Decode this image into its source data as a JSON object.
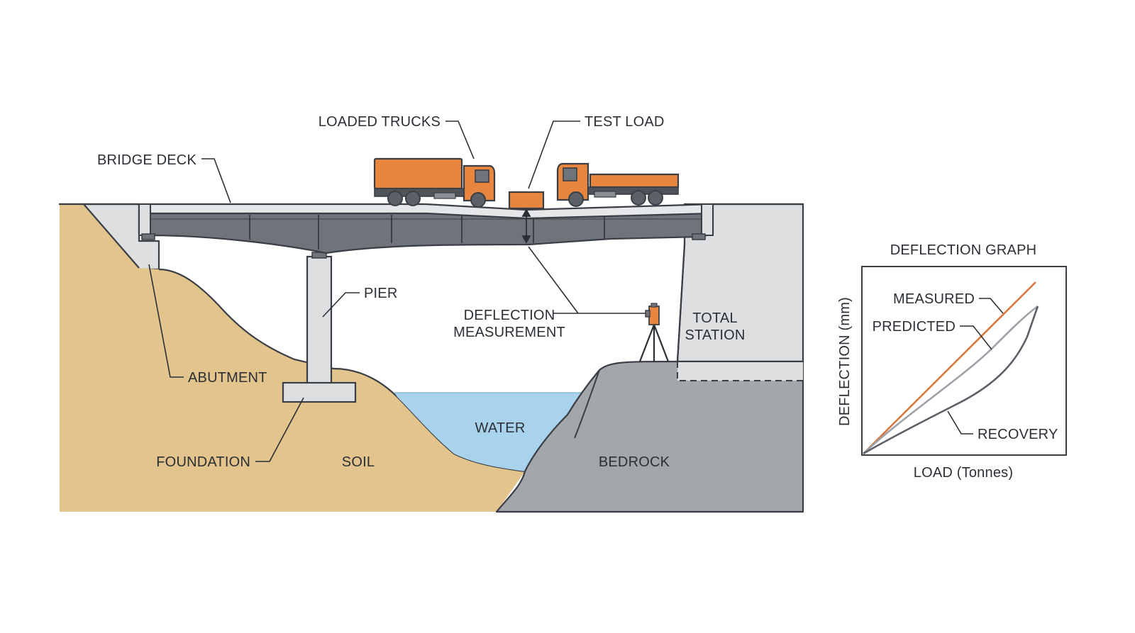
{
  "diagram": {
    "labels": {
      "loaded_trucks": "LOADED TRUCKS",
      "test_load": "TEST LOAD",
      "bridge_deck": "BRIDGE DECK",
      "pier": "PIER",
      "deflection_measurement_line1": "DEFLECTION",
      "deflection_measurement_line2": "MEASUREMENT",
      "total_station_line1": "TOTAL",
      "total_station_line2": "STATION",
      "abutment": "ABUTMENT",
      "water": "WATER",
      "foundation": "FOUNDATION",
      "soil": "SOIL",
      "bedrock": "BEDROCK"
    },
    "colors": {
      "soil": "#e2c48c",
      "bedrock": "#a3a6ab",
      "water": "#a9d3ec",
      "concrete": "#dedfe1",
      "girder": "#6f737a",
      "truck": "#e8853f",
      "outline": "#3a3e45"
    }
  },
  "graph": {
    "title": "DEFLECTION GRAPH",
    "xlabel": "LOAD (Tonnes)",
    "ylabel": "DEFLECTION (mm)",
    "legend": {
      "measured": "MEASURED",
      "predicted": "PREDICTED",
      "recovery": "RECOVERY"
    },
    "colors": {
      "measured": "#d9783c",
      "predicted": "#9ea2a8",
      "recovery": "#5c6067"
    }
  }
}
